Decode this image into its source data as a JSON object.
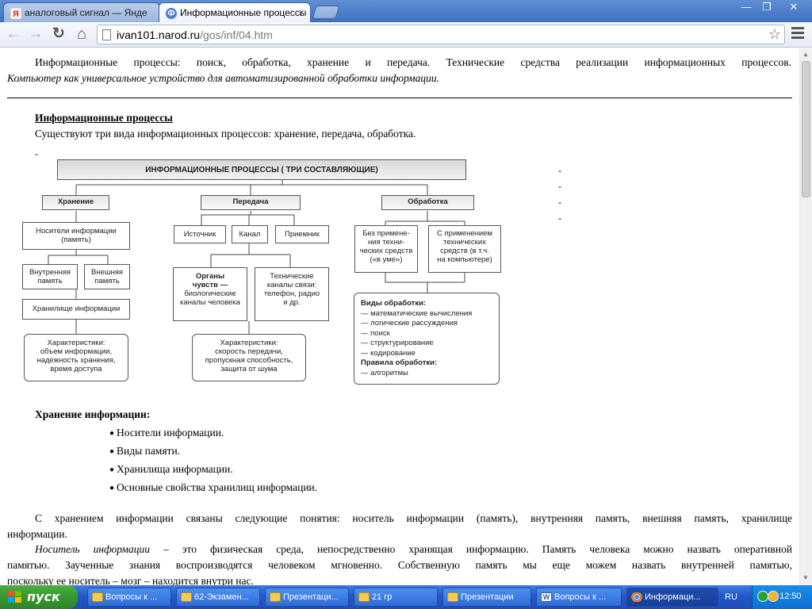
{
  "browser": {
    "tabs": [
      {
        "title": "аналоговый сигнал — Янде",
        "favicon": "Я"
      },
      {
        "title": "Информационные процессы",
        "favicon": "Ф"
      }
    ],
    "window_controls": {
      "minimize": "—",
      "maximize": "❐",
      "close": "✕"
    },
    "nav": {
      "back": "←",
      "forward": "→",
      "reload": "↻",
      "home": "⌂"
    },
    "url_host": "ivan101.narod.ru",
    "url_path": "/gos/inf/04.htm",
    "bookmark_star": "☆"
  },
  "page": {
    "intro_lines": [
      "Информационные процессы: поиск, обработка, хранение и передача. Технические средства реализации информационных процессов.",
      "Компьютер как универсальное устройство для автоматизированной обработки информации."
    ],
    "section_title": "Информационные процессы",
    "section_sub": "Существуют три вида информационных процессов: хранение, передача, обработка.",
    "dash": "-",
    "diagram": {
      "title": "ИНФОРМАЦИОННЫЕ ПРОЦЕССЫ ( ТРИ СОСТАВЛЯЮЩИЕ)",
      "storage": {
        "label": "Хранение",
        "carriers": [
          "Носители информации",
          "(память)"
        ],
        "internal": [
          "Внутренняя",
          "память"
        ],
        "external": [
          "Внешняя",
          "память"
        ],
        "store": "Хранилище информации",
        "props": [
          "Характеристики:",
          "объем информации,",
          "надежность хранения,",
          "время доступа"
        ]
      },
      "transfer": {
        "label": "Передача",
        "source": "Источник",
        "channel": "Канал",
        "receiver": "Приемник",
        "organs": [
          "Органы",
          "чувств —",
          "биологические",
          "каналы человека"
        ],
        "tech": [
          "Технические",
          "каналы связи:",
          "телефон, радио",
          "и др."
        ],
        "props": [
          "Характеристики:",
          "скорость передачи,",
          "пропускная способность,",
          "защита от шума"
        ]
      },
      "processing": {
        "label": "Обработка",
        "without": [
          "Без примене-",
          "ния техни-",
          "ческих средств",
          "(«в уме»)"
        ],
        "with": [
          "С применением",
          "технических",
          "средств (в т.ч.",
          "на компьютере)"
        ],
        "kinds_title": "Виды обработки:",
        "kinds": [
          "— математические вычисления",
          "— логические рассуждения",
          "— поиск",
          "— структурирование",
          "— кодирование"
        ],
        "rules_title": "Правила обработки:",
        "rules": [
          "— алгоритмы"
        ]
      }
    },
    "storage_heading": "Хранение информации:",
    "storage_list": [
      "Носители информации.",
      "Виды памяти.",
      "Хранилища информации.",
      "Основные свойства хранилищ информации."
    ],
    "para1_lines": [
      "С хранением информации связаны следующие понятия: носитель информации (память), внутренняя память, внешняя память, хранилище",
      "информации."
    ],
    "para2_term": "Носитель информации",
    "para2_lines": [
      " – это физическая среда, непосредственно хранящая информацию. Память человека можно назвать оперативной",
      "памятью. Заученные знания воспроизводятся человеком мгновенно. Собственную память мы еще можем назвать внутренней памятью,",
      "поскольку ее носитель – мозг – находится внутри нас."
    ]
  },
  "taskbar": {
    "start": "пуск",
    "items": [
      {
        "label": "Вопросы к ...",
        "icon": "folder-icon"
      },
      {
        "label": "62-Экзамен...",
        "icon": "folder-icon"
      },
      {
        "label": "Презентаци...",
        "icon": "folder-icon"
      },
      {
        "label": "21 гр",
        "icon": "folder-icon"
      },
      {
        "label": "Презентации",
        "icon": "folder-icon"
      },
      {
        "label": "Вопросы к ...",
        "icon": "word-icon"
      },
      {
        "label": "Информаци...",
        "icon": "chrome-icon"
      }
    ],
    "lang": "RU",
    "clock": "12:50"
  },
  "colors": {
    "titlebar": "#3f70c0",
    "taskbar": "#2457c7",
    "start": "#36962f",
    "tray": "#0e6fd2"
  }
}
